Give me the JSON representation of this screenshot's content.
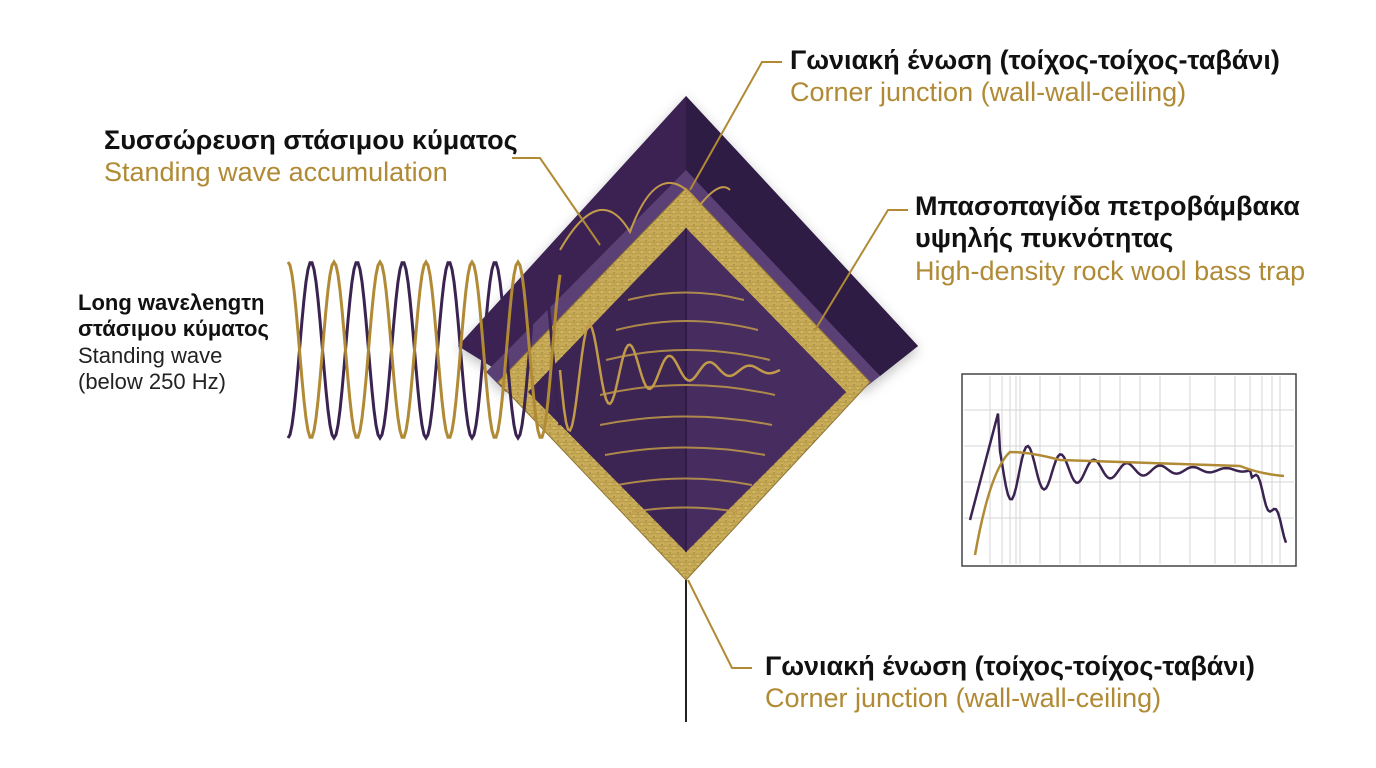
{
  "colors": {
    "purple": "#3a2350",
    "purple_light": "#564070",
    "gold": "#b08a35",
    "rockwool": "#c8ab55",
    "text_dark": "#111111"
  },
  "labels": {
    "corner_top": {
      "greek": "Γωνιακή ένωση (τοίχος-τοίχος-ταβάνι)",
      "english": "Corner junction (wall-wall-ceiling)"
    },
    "accumulation": {
      "greek": "Συσσώρευση στάσιμου κύματος",
      "english": "Standing wave accumulation"
    },
    "bass_trap": {
      "greek_line1": "Μπασοπαγίδα πετροβάμβακα",
      "greek_line2": "υψηλής πυκνότητας",
      "english": "High-density rock wool bass trap"
    },
    "long_wave": {
      "greek_line1": "Long wavελengτη",
      "greek_line2": "στάσιμου κύματος",
      "english_line1": "Standing wave",
      "english_line2": "(below 250 Hz)"
    },
    "corner_bottom": {
      "greek": "Γωνιακή ένωση (τοίχος-τοίχος-ταβάνι)",
      "english": "Corner junction (wall-wall-ceiling)"
    }
  },
  "response_chart": {
    "series": [
      {
        "color": "#3a2350",
        "description_key": "untreated"
      },
      {
        "color": "#b08a35",
        "description_key": "treated"
      }
    ]
  }
}
